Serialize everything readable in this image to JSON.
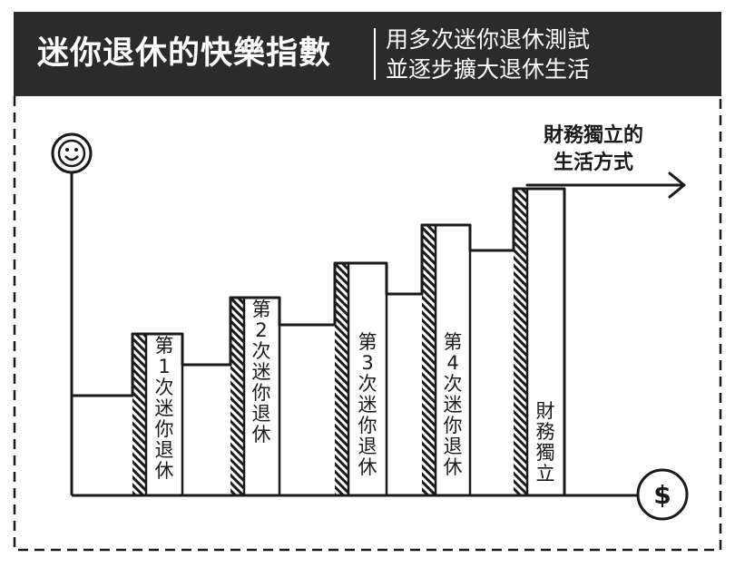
{
  "header": {
    "title": "迷你退休的快樂指數",
    "subtitle_lines": [
      "用多次迷你退休測試",
      "並逐步擴大退休生活"
    ]
  },
  "diagram": {
    "steps": [
      {
        "label_chars": [
          "第",
          "1",
          "次",
          "迷",
          "你",
          "退",
          "休"
        ]
      },
      {
        "label_chars": [
          "第",
          "2",
          "次",
          "迷",
          "你",
          "退",
          "休"
        ]
      },
      {
        "label_chars": [
          "第",
          "3",
          "次",
          "迷",
          "你",
          "退",
          "休"
        ]
      },
      {
        "label_chars": [
          "第",
          "4",
          "次",
          "迷",
          "你",
          "退",
          "休"
        ]
      },
      {
        "label_chars": [
          "財",
          "務",
          "獨",
          "立"
        ]
      }
    ],
    "goal_lines": [
      "財務獨立的",
      "生活方式"
    ],
    "top_icon": "smiley-icon",
    "bottom_icon": "dollar-icon",
    "ink_color": "#1a1a1a",
    "header_bg": "#2b2b2b"
  }
}
